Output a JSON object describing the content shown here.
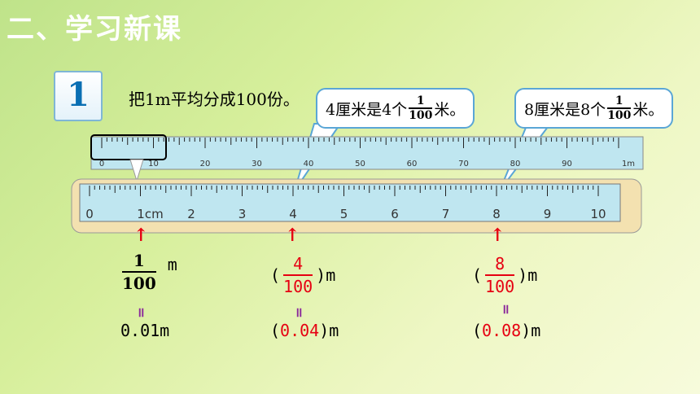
{
  "section_title": "二、学习新课",
  "badge_number": "1",
  "intro_text": "把1m平均分成100份。",
  "bubble_left": {
    "pre": "4厘米是4个",
    "num": "1",
    "den": "100",
    "post": "米。"
  },
  "bubble_right": {
    "pre": "8厘米是8个",
    "num": "1",
    "den": "100",
    "post": "米。"
  },
  "top_ruler": {
    "labels": [
      "0",
      "10",
      "20",
      "30",
      "40",
      "50",
      "60",
      "70",
      "80",
      "90",
      "1m"
    ]
  },
  "zoom_ruler": {
    "labels": [
      "0",
      "1cm",
      "2",
      "3",
      "4",
      "5",
      "6",
      "7",
      "8",
      "9",
      "10"
    ]
  },
  "col1": {
    "num": "1",
    "den": "100",
    "unit": "m",
    "decimal": "0.01m"
  },
  "col2": {
    "open": "(",
    "num": "4",
    "den": "100",
    "close": ")m",
    "dec_open": "(",
    "decimal": "0.04",
    "dec_close": ")m"
  },
  "col3": {
    "open": "(",
    "num": "8",
    "den": "100",
    "close": ")m",
    "dec_open": "(",
    "decimal": "0.08",
    "dec_close": ")m"
  },
  "arrow_glyph": "↑",
  "equals_glyph": "॥",
  "colors": {
    "answer": "#e60012",
    "ruler": "#bfe6f0",
    "frame": "#f3e1b0"
  }
}
